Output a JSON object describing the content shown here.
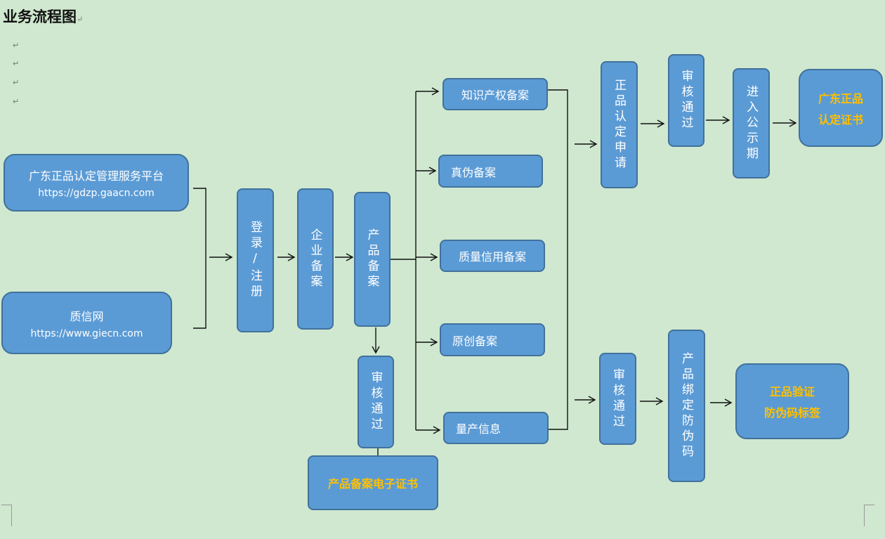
{
  "title": "业务流程图",
  "para_mark": "↵",
  "nodes": {
    "platform_gdzp": {
      "name": "广东正品认定管理服务平台",
      "url": "https://gdzp.gaacn.com"
    },
    "platform_giecn": {
      "name": "质信网",
      "url": "https://www.giecn.com"
    },
    "login": "登录/注册",
    "enterprise_filing": "企业备案",
    "product_filing": "产品备案",
    "review_passed_product": "审核通过",
    "product_filing_cert": "产品备案电子证书",
    "ip_filing": "知识产权备案",
    "authenticity_filing": "真伪备案",
    "quality_credit_filing": "质量信用备案",
    "original_filing": "原创备案",
    "mass_production_info": "量产信息",
    "genuine_cert_application": "正品认定申请",
    "review_passed_cert": "审核通过",
    "public_notice": "进入公示期",
    "gd_genuine_cert": {
      "line1": "广东正品",
      "line2": "认定证书"
    },
    "review_passed_label": "审核通过",
    "product_binding": "产品绑定防伪码",
    "anti_counterfeit_label": {
      "line1": "正品验证",
      "line2": "防伪码标签"
    }
  }
}
